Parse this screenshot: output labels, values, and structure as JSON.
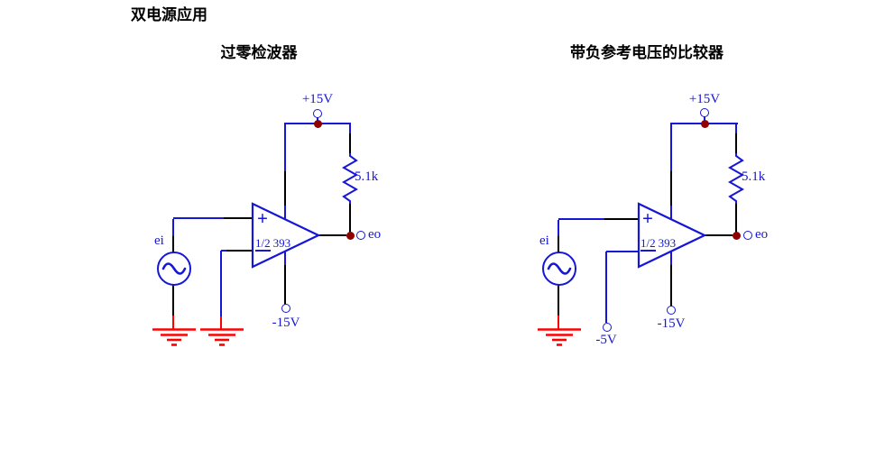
{
  "page": {
    "title": "双电源应用"
  },
  "colors": {
    "wire_blue": "#1616d6",
    "wire_black": "#000000",
    "ground_red": "#ff0000",
    "junction_red": "#8f0000",
    "canvas_white": "#ffffff",
    "title_black": "#000000"
  },
  "circuits": [
    {
      "name": "zero-crossing-detector",
      "subtitle": "过零检波器",
      "labels": {
        "vplus": "+15V",
        "vminus": "-15V",
        "resistor": "5.1k",
        "input": "ei",
        "output": "eo",
        "chip_prefix": "1/2",
        "chip_name": "393",
        "noninverting": "+"
      }
    },
    {
      "name": "comparator-negative-reference",
      "subtitle": "带负参考电压的比较器",
      "labels": {
        "vplus": "+15V",
        "vminus": "-15V",
        "vref": "-5V",
        "resistor": "5.1k",
        "input": "ei",
        "output": "eo",
        "chip_prefix": "1/2",
        "chip_name": "393",
        "noninverting": "+"
      }
    }
  ]
}
